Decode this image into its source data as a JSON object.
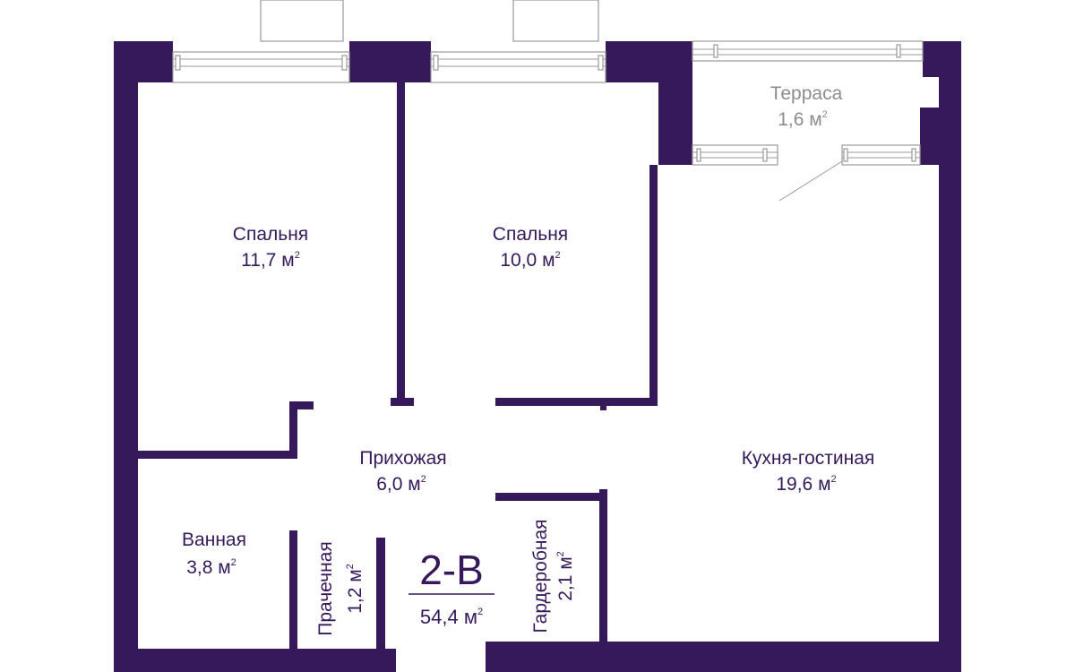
{
  "plan": {
    "rooms": {
      "bedroom_1": {
        "name": "Спальня",
        "area": "11,7 м",
        "sup": "2"
      },
      "bedroom_2": {
        "name": "Спальня",
        "area": "10,0 м",
        "sup": "2"
      },
      "terrace": {
        "name": "Терраса",
        "area": "1,6 м",
        "sup": "2"
      },
      "kitchen": {
        "name": "Кухня-гостиная",
        "area": "19,6 м",
        "sup": "2"
      },
      "hallway": {
        "name": "Прихожая",
        "area": "6,0 м",
        "sup": "2"
      },
      "bathroom": {
        "name": "Ванная",
        "area": "3,8 м",
        "sup": "2"
      },
      "laundry": {
        "name": "Прачечная",
        "area": "1,2 м",
        "sup": "2"
      },
      "wardrobe": {
        "name": "Гардеробная",
        "area": "2,1 м",
        "sup": "2"
      }
    },
    "unit": {
      "code": "2-В",
      "total": "54,4 м",
      "sup": "2"
    }
  },
  "colors": {
    "wall": "#35195a",
    "terrace_text": "#8d8d8d",
    "window": "#9a9a9a",
    "background": "#ffffff"
  }
}
